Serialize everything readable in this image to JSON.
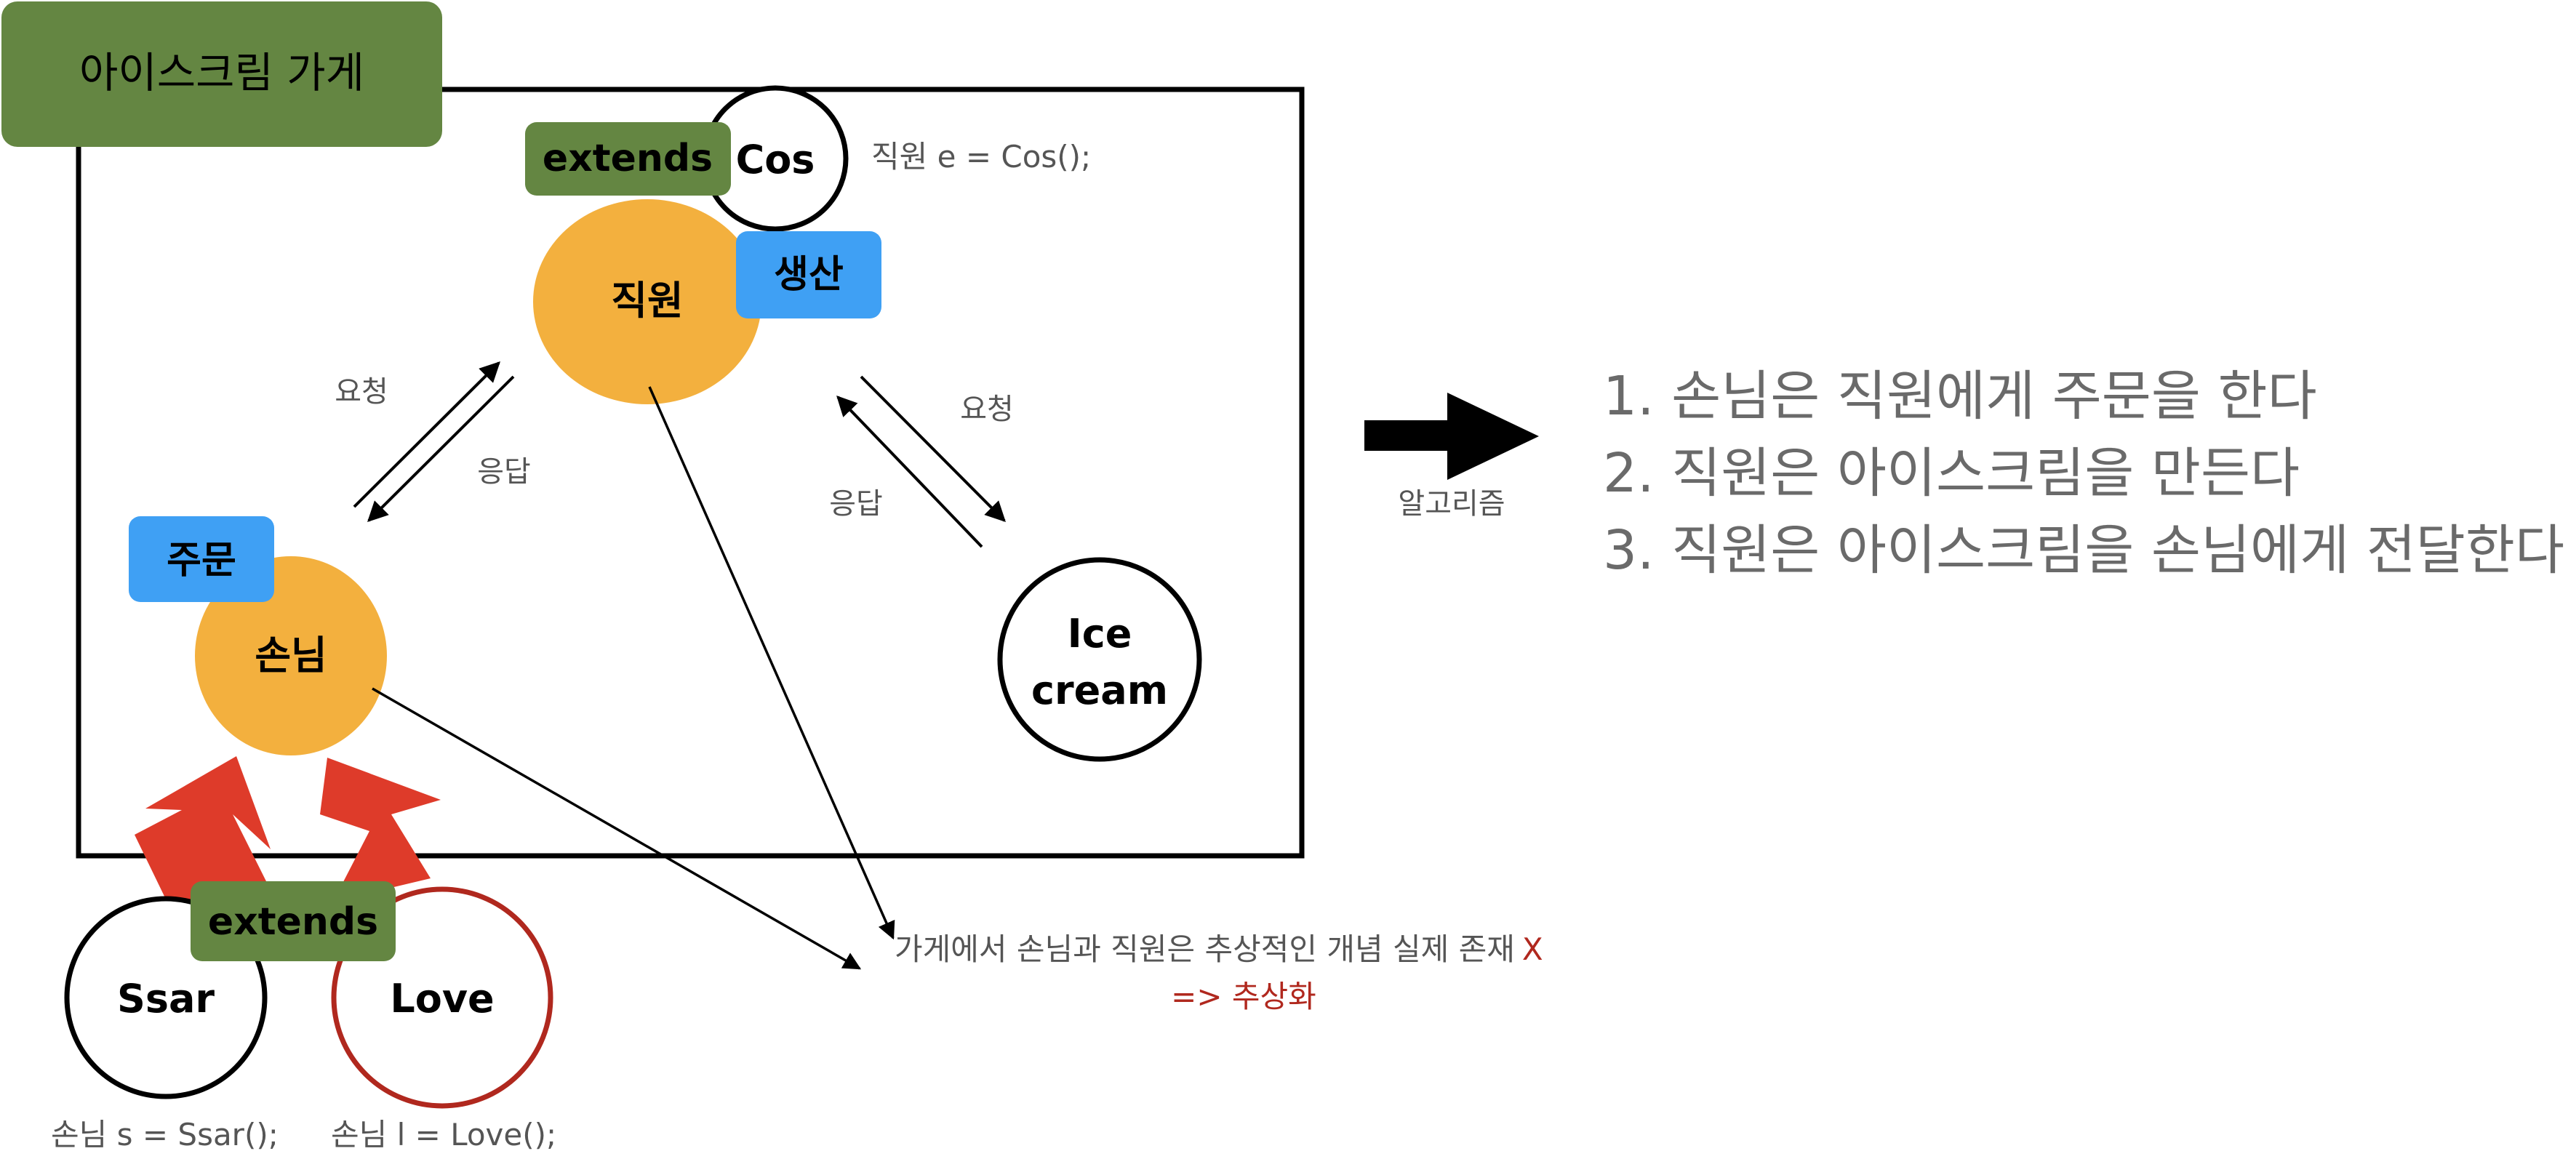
{
  "store": {
    "title": "아이스크림 가게"
  },
  "nodes": {
    "employee": "직원",
    "customer": "손님",
    "cos": "Cos",
    "icecream_line1": "Ice",
    "icecream_line2": "cream",
    "ssar": "Ssar",
    "love": "Love"
  },
  "tags": {
    "extends_top": "extends",
    "extends_bottom": "extends",
    "produce": "생산",
    "order": "주문"
  },
  "code": {
    "employee_decl": "직원 e = Cos();",
    "customer_s": "손님 s = Ssar();",
    "customer_l": "손님 l = Love();"
  },
  "arrows": {
    "left_request": "요청",
    "left_response": "응답",
    "right_request": "요청",
    "right_response": "응답",
    "algorithm": "알고리즘"
  },
  "note": {
    "line1": "가게에서 손님과 직원은 추상적인 개념 실제 존재",
    "mark": "X",
    "line2": "=> 추상화"
  },
  "algorithm_steps": [
    "1. 손님은 직원에게 주문을 한다",
    "2. 직원은 아이스크림을 만든다",
    "3. 직원은 아이스크림을 손님에게 전달한다"
  ],
  "colors": {
    "green": "#648642",
    "blue": "#3fa0f4",
    "orange": "#f3b03e",
    "red_arrow": "#de3b2a",
    "love_stroke": "#b0281e"
  }
}
